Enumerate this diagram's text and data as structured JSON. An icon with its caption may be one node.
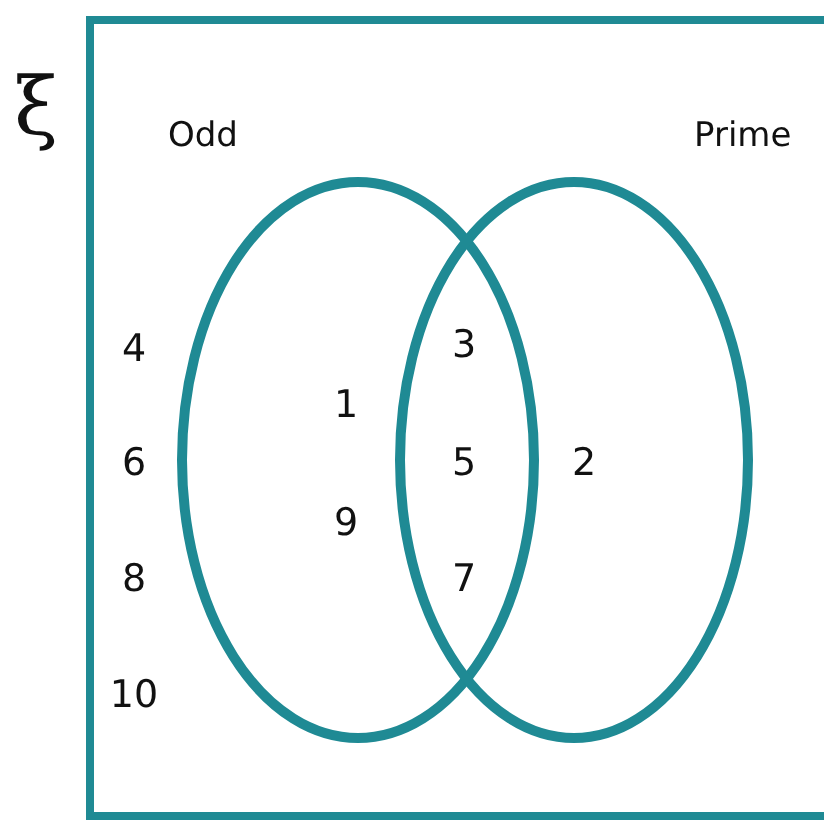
{
  "diagram": {
    "nodes": [
      {
        "text": [
          "ξ"
        ]
      },
      {
        "text": [
          "Odd"
        ],
        "in": 0
      },
      {
        "text": [
          "Prime"
        ],
        "in": 0
      }
    ],
    "labels": [
      "4",
      "3",
      "1",
      "6",
      "5",
      "2",
      "9",
      "8",
      "7",
      "10"
    ]
  }
}
